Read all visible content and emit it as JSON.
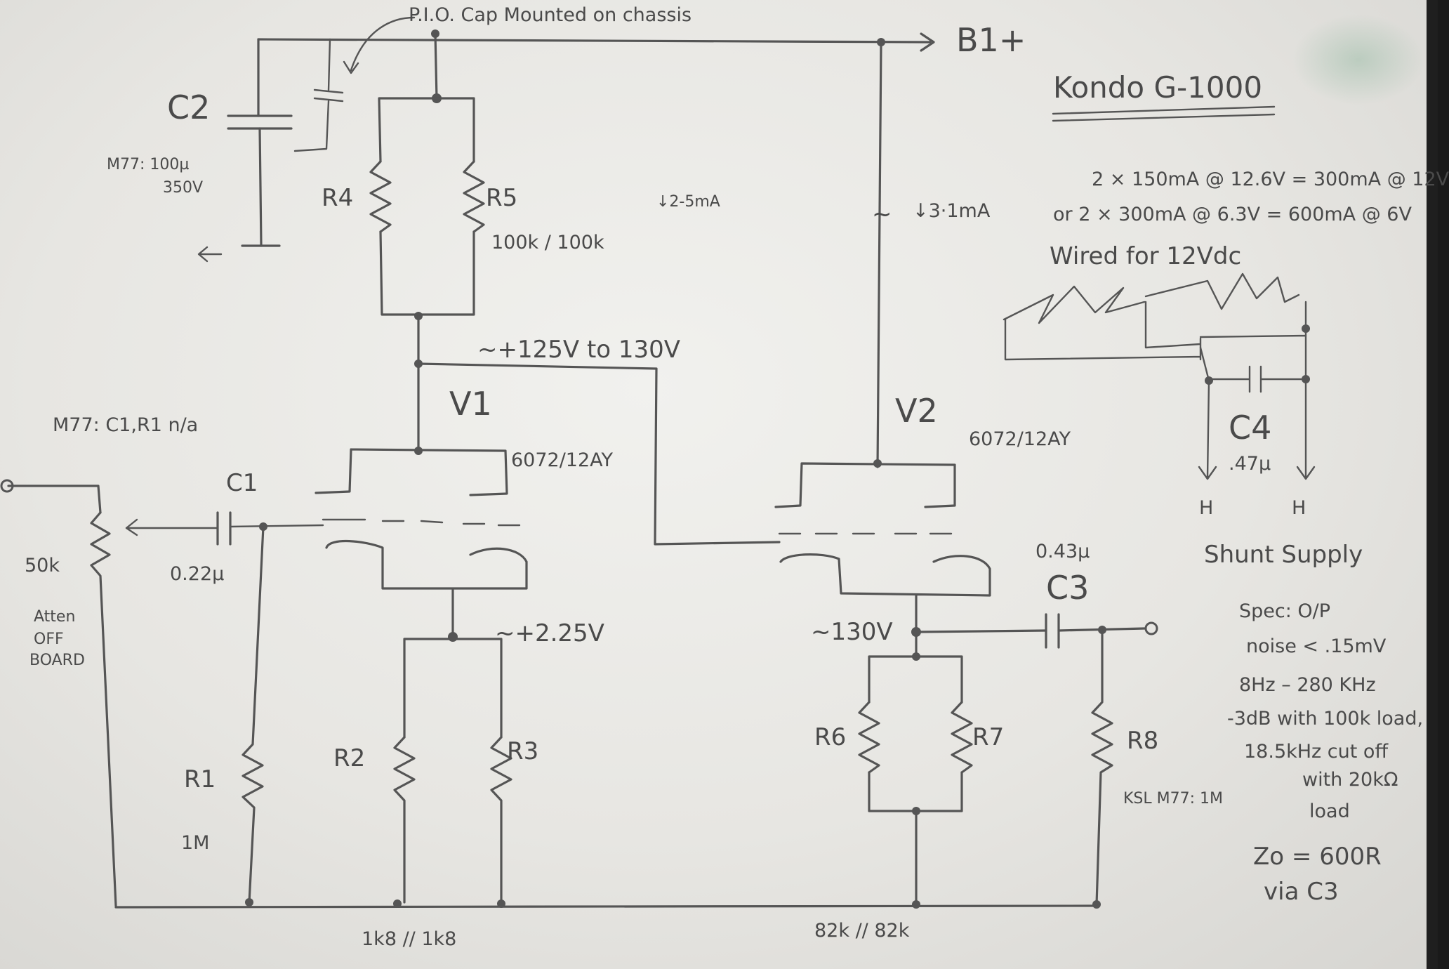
{
  "title": "Kondo G-1000",
  "annotation_pio": "P.I.O. Cap Mounted on chassis",
  "rail": "B1+",
  "c2": {
    "ref": "C2",
    "note1": "M77: 100µ",
    "note2": "350V"
  },
  "r4": "R4",
  "r5": "R5",
  "r4r5_value": "100k / 100k",
  "current_v1": "↓2-5mA",
  "current_v2": "↓3·1mA",
  "tilde": "~",
  "v1_plate_voltage": "~+125V to 130V",
  "v1": {
    "ref": "V1",
    "type": "6072/12AY"
  },
  "v2": {
    "ref": "V2",
    "type": "6072/12AY"
  },
  "m77_note": "M77: C1,R1 n/a",
  "c1": {
    "ref": "C1",
    "value": "0.22µ"
  },
  "pot": {
    "value": "50k",
    "note1": "Atten",
    "note2": "OFF",
    "note3": "BOARD"
  },
  "r1": {
    "ref": "R1",
    "value": "1M"
  },
  "r2": "R2",
  "r3": "R3",
  "r2r3_value": "1k8 // 1k8",
  "cathode_voltage": "~+2.25V",
  "v2_cathode_voltage": "~130V",
  "c3": {
    "ref": "C3",
    "value": "0.43µ"
  },
  "r6": "R6",
  "r7": "R7",
  "r6r7_value": "82k // 82k",
  "r8": {
    "ref": "R8",
    "note": "KSL M77: 1M"
  },
  "heater": {
    "line1": "2 × 150mA @ 12.6V = 300mA @ 12V",
    "line2": "or 2 × 300mA @ 6.3V = 600mA @ 6V",
    "wired": "Wired for 12Vdc",
    "c4_ref": "C4",
    "c4_value": ".47µ",
    "h1": "H",
    "h2": "H",
    "supply": "Shunt Supply"
  },
  "spec": {
    "heading": "Spec: O/P",
    "noise": "noise < .15mV",
    "bw": "8Hz – 280 KHz",
    "minus3db": "-3dB with 100k load,",
    "cutoff": "18.5kHz cut off",
    "cutoff_load": "with 20kΩ",
    "load": "load",
    "zo": "Zo = 600R",
    "via": "via C3"
  },
  "colors": {
    "pencil": "#555555",
    "paper": "#ecebe7"
  }
}
